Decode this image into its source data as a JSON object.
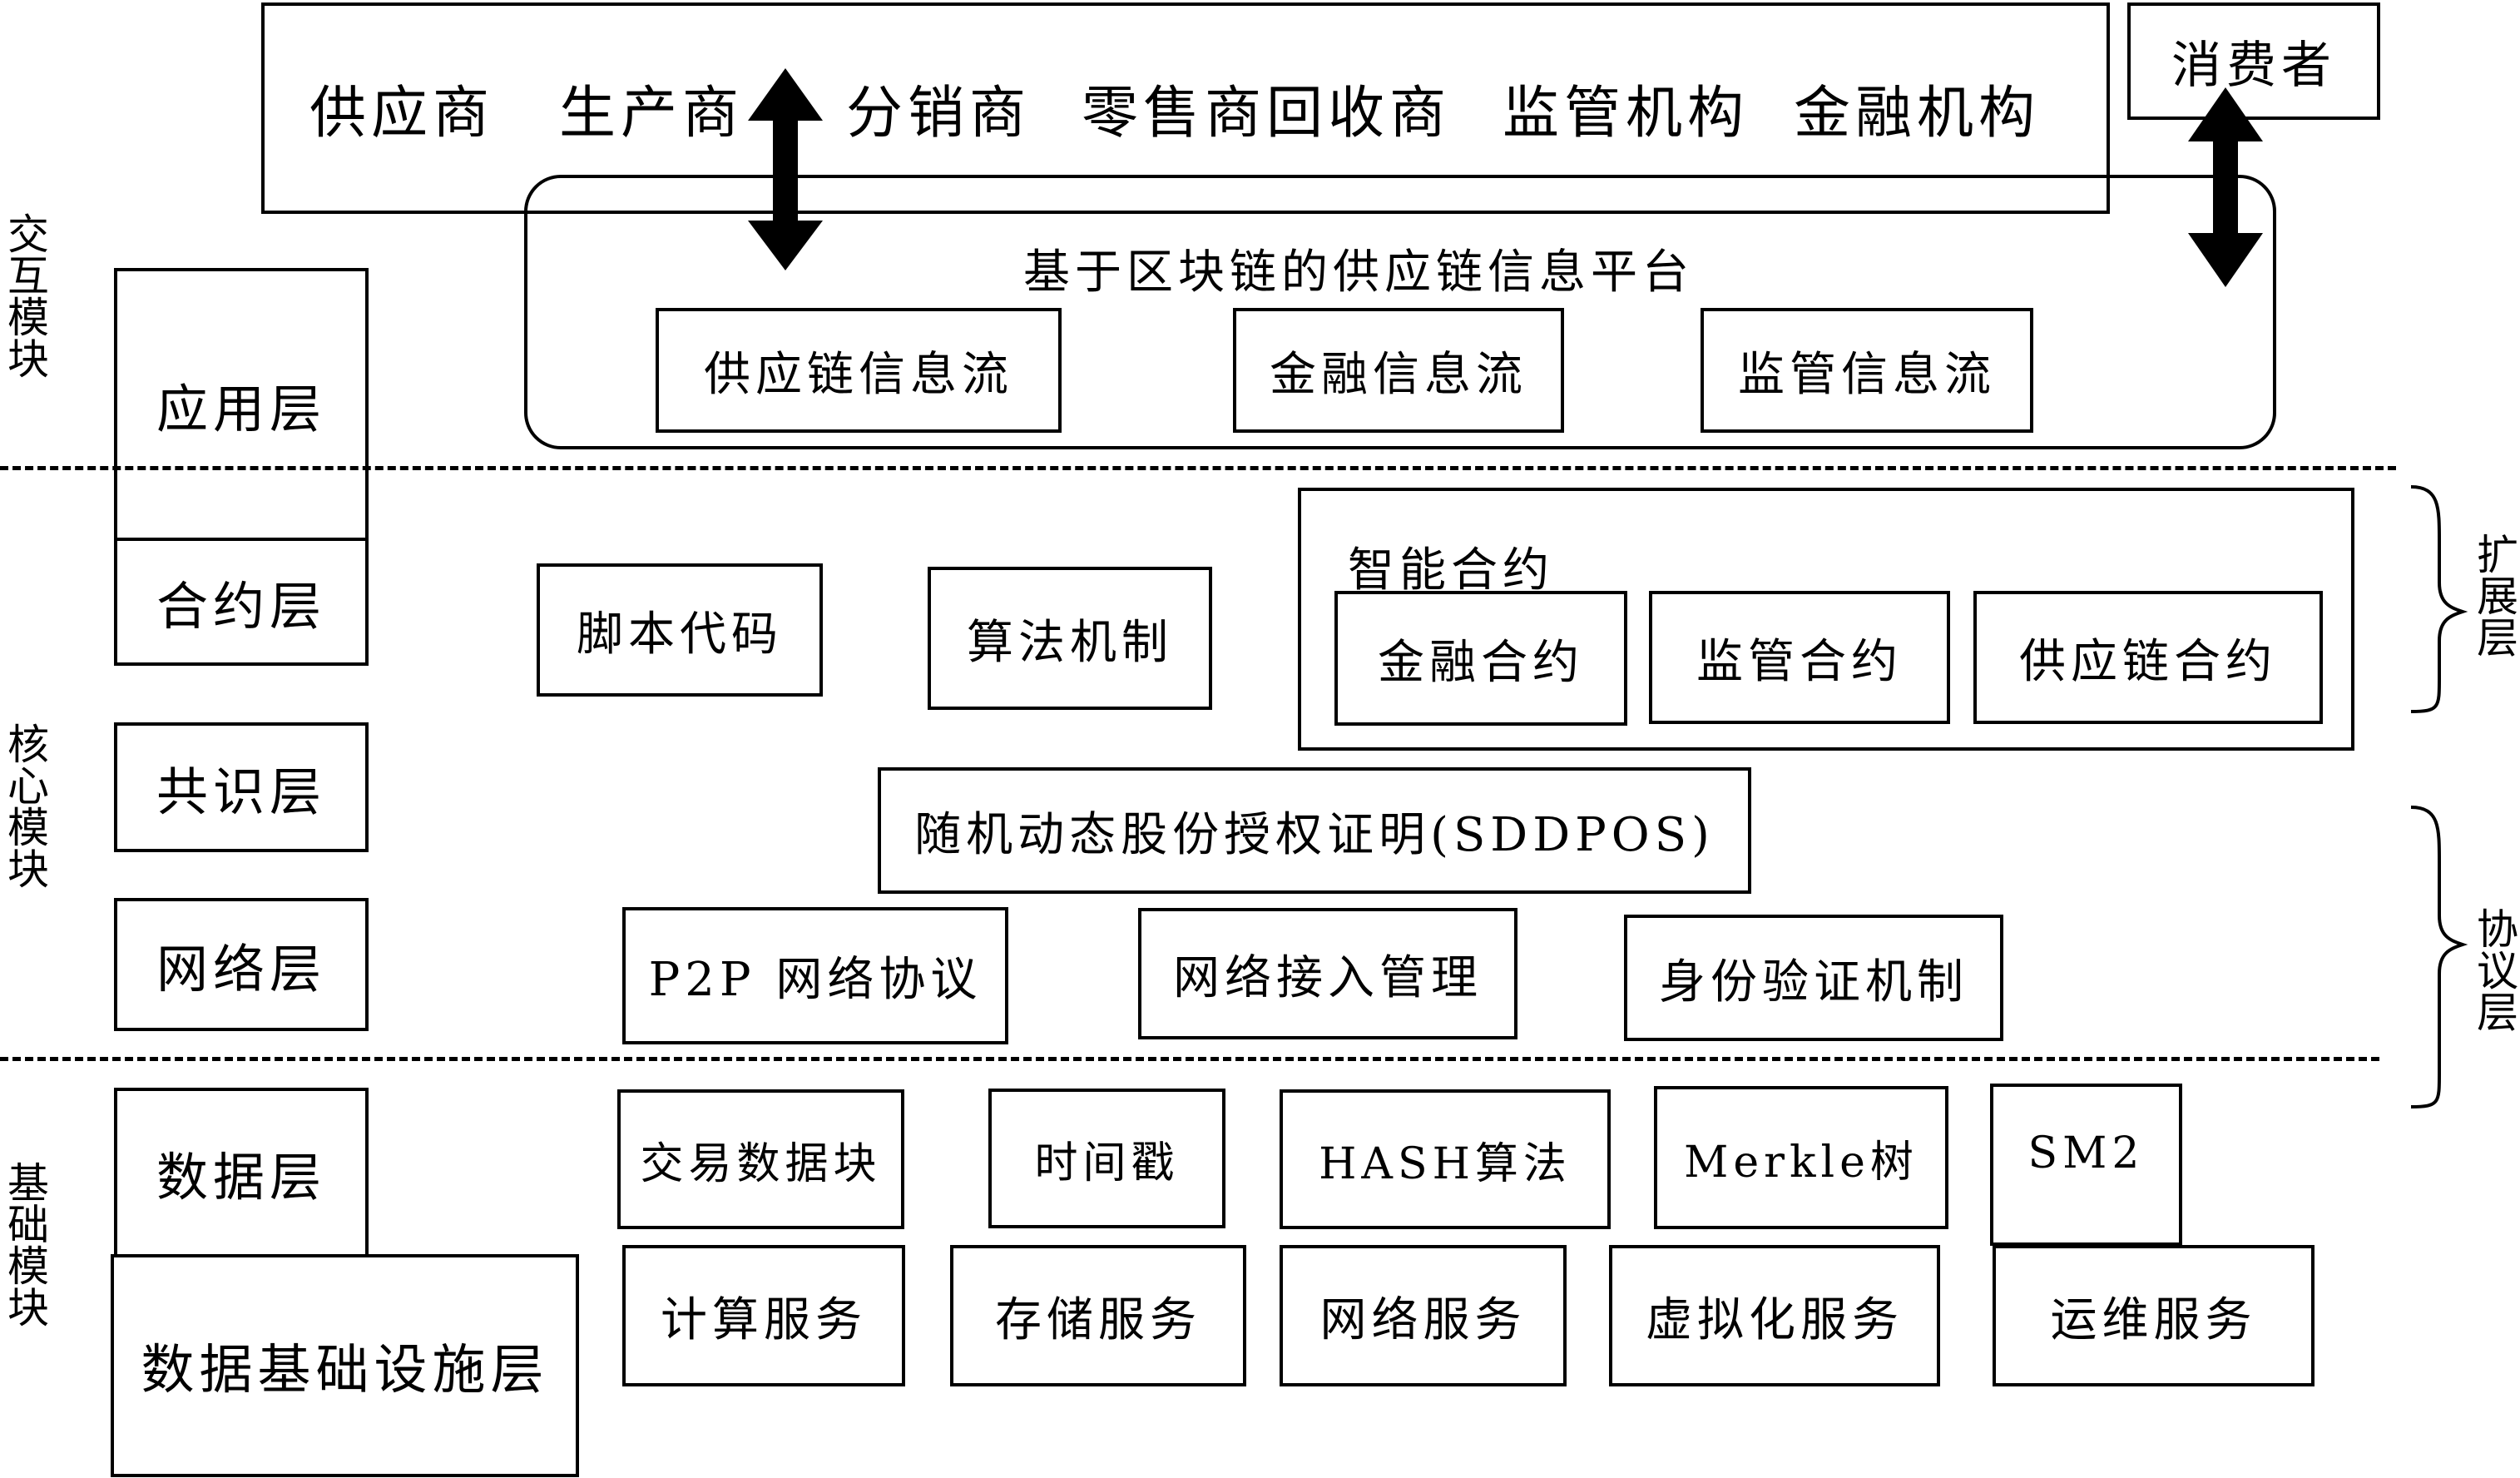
{
  "participants": {
    "supplier": "供应商",
    "producer": "生产商",
    "distributor": "分销商",
    "retailer_recycler": "零售商回收商",
    "regulator": "监管机构",
    "finance": "金融机构",
    "consumer": "消费者"
  },
  "platform": {
    "title": "基于区块链的供应链信息平台",
    "flows": [
      "供应链信息流",
      "金融信息流",
      "监管信息流"
    ]
  },
  "layers": {
    "application": "应用层",
    "contract": "合约层",
    "consensus": "共识层",
    "network": "网络层",
    "data": "数据层",
    "infrastructure": "数据基础设施层"
  },
  "modules": {
    "interaction": "交互模块",
    "core": "核心模块",
    "base": "基础模块"
  },
  "brackets": {
    "extension": "扩展层",
    "protocol": "协议层"
  },
  "contract_layer": {
    "script": "脚本代码",
    "algorithm": "算法机制",
    "smart_contract_title": "智能合约",
    "contracts": [
      "金融合约",
      "监管合约",
      "供应链合约"
    ]
  },
  "consensus_layer": {
    "mechanism": "随机动态股份授权证明(SDDPOS)"
  },
  "network_layer": {
    "items": [
      "P2P 网络协议",
      "网络接入管理",
      "身份验证机制"
    ]
  },
  "data_layer": {
    "items": [
      "交易数据块",
      "时间戳",
      "HASH算法",
      "Merkle树",
      "SM2"
    ]
  },
  "infrastructure_layer": {
    "items": [
      "计算服务",
      "存储服务",
      "网络服务",
      "虚拟化服务",
      "运维服务"
    ]
  }
}
